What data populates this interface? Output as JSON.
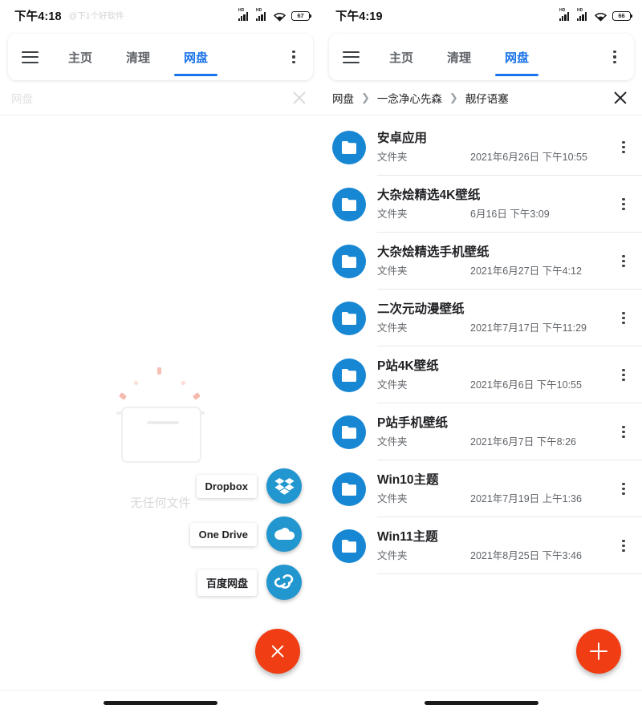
{
  "theme": {
    "accent_blue": "#1a73e8",
    "folder_blue": "#1787d4",
    "cloud_blue": "#2196cf",
    "fab_red": "#f03d14",
    "text_primary": "#202124",
    "text_secondary": "#5f6368"
  },
  "left": {
    "statusbar": {
      "time": "下午4:18",
      "watermark": "@下1个好软件",
      "battery": "67",
      "signal_label": "HD"
    },
    "appbar": {
      "menu_icon": "hamburger-icon",
      "overflow_icon": "kebab-menu-icon",
      "tabs": [
        {
          "label": "主页",
          "active": false
        },
        {
          "label": "清理",
          "active": false
        },
        {
          "label": "网盘",
          "active": true
        }
      ]
    },
    "breadcrumb": {
      "items": [
        "网盘"
      ],
      "close_icon": "close-icon"
    },
    "empty_state": {
      "text": "无任何文件"
    },
    "speed_dial": {
      "items": [
        {
          "label": "Dropbox",
          "icon": "dropbox-icon"
        },
        {
          "label": "One Drive",
          "icon": "onedrive-icon"
        },
        {
          "label": "百度网盘",
          "icon": "baidu-netdisk-icon"
        }
      ],
      "fab": {
        "icon": "close-icon",
        "state": "expanded"
      }
    }
  },
  "right": {
    "statusbar": {
      "time": "下午4:19",
      "watermark": "",
      "battery": "66",
      "signal_label": "HD"
    },
    "appbar": {
      "menu_icon": "hamburger-icon",
      "overflow_icon": "kebab-menu-icon",
      "tabs": [
        {
          "label": "主页",
          "active": false
        },
        {
          "label": "清理",
          "active": false
        },
        {
          "label": "网盘",
          "active": true
        }
      ]
    },
    "breadcrumb": {
      "items": [
        "网盘",
        "一念净心先森",
        "靓仔语塞"
      ],
      "close_icon": "close-icon"
    },
    "files": [
      {
        "name": "安卓应用",
        "type": "文件夹",
        "date": "2021年6月26日 下午10:55"
      },
      {
        "name": "大杂烩精选4K壁纸",
        "type": "文件夹",
        "date": "6月16日 下午3:09"
      },
      {
        "name": "大杂烩精选手机壁纸",
        "type": "文件夹",
        "date": "2021年6月27日 下午4:12"
      },
      {
        "name": "二次元动漫壁纸",
        "type": "文件夹",
        "date": "2021年7月17日 下午11:29"
      },
      {
        "name": "P站4K壁纸",
        "type": "文件夹",
        "date": "2021年6月6日 下午10:55"
      },
      {
        "name": "P站手机壁纸",
        "type": "文件夹",
        "date": "2021年6月7日 下午8:26"
      },
      {
        "name": "Win10主题",
        "type": "文件夹",
        "date": "2021年7月19日 上午1:36"
      },
      {
        "name": "Win11主题",
        "type": "文件夹",
        "date": "2021年8月25日 下午3:46"
      }
    ],
    "fab": {
      "icon": "plus-icon",
      "state": "collapsed"
    }
  }
}
